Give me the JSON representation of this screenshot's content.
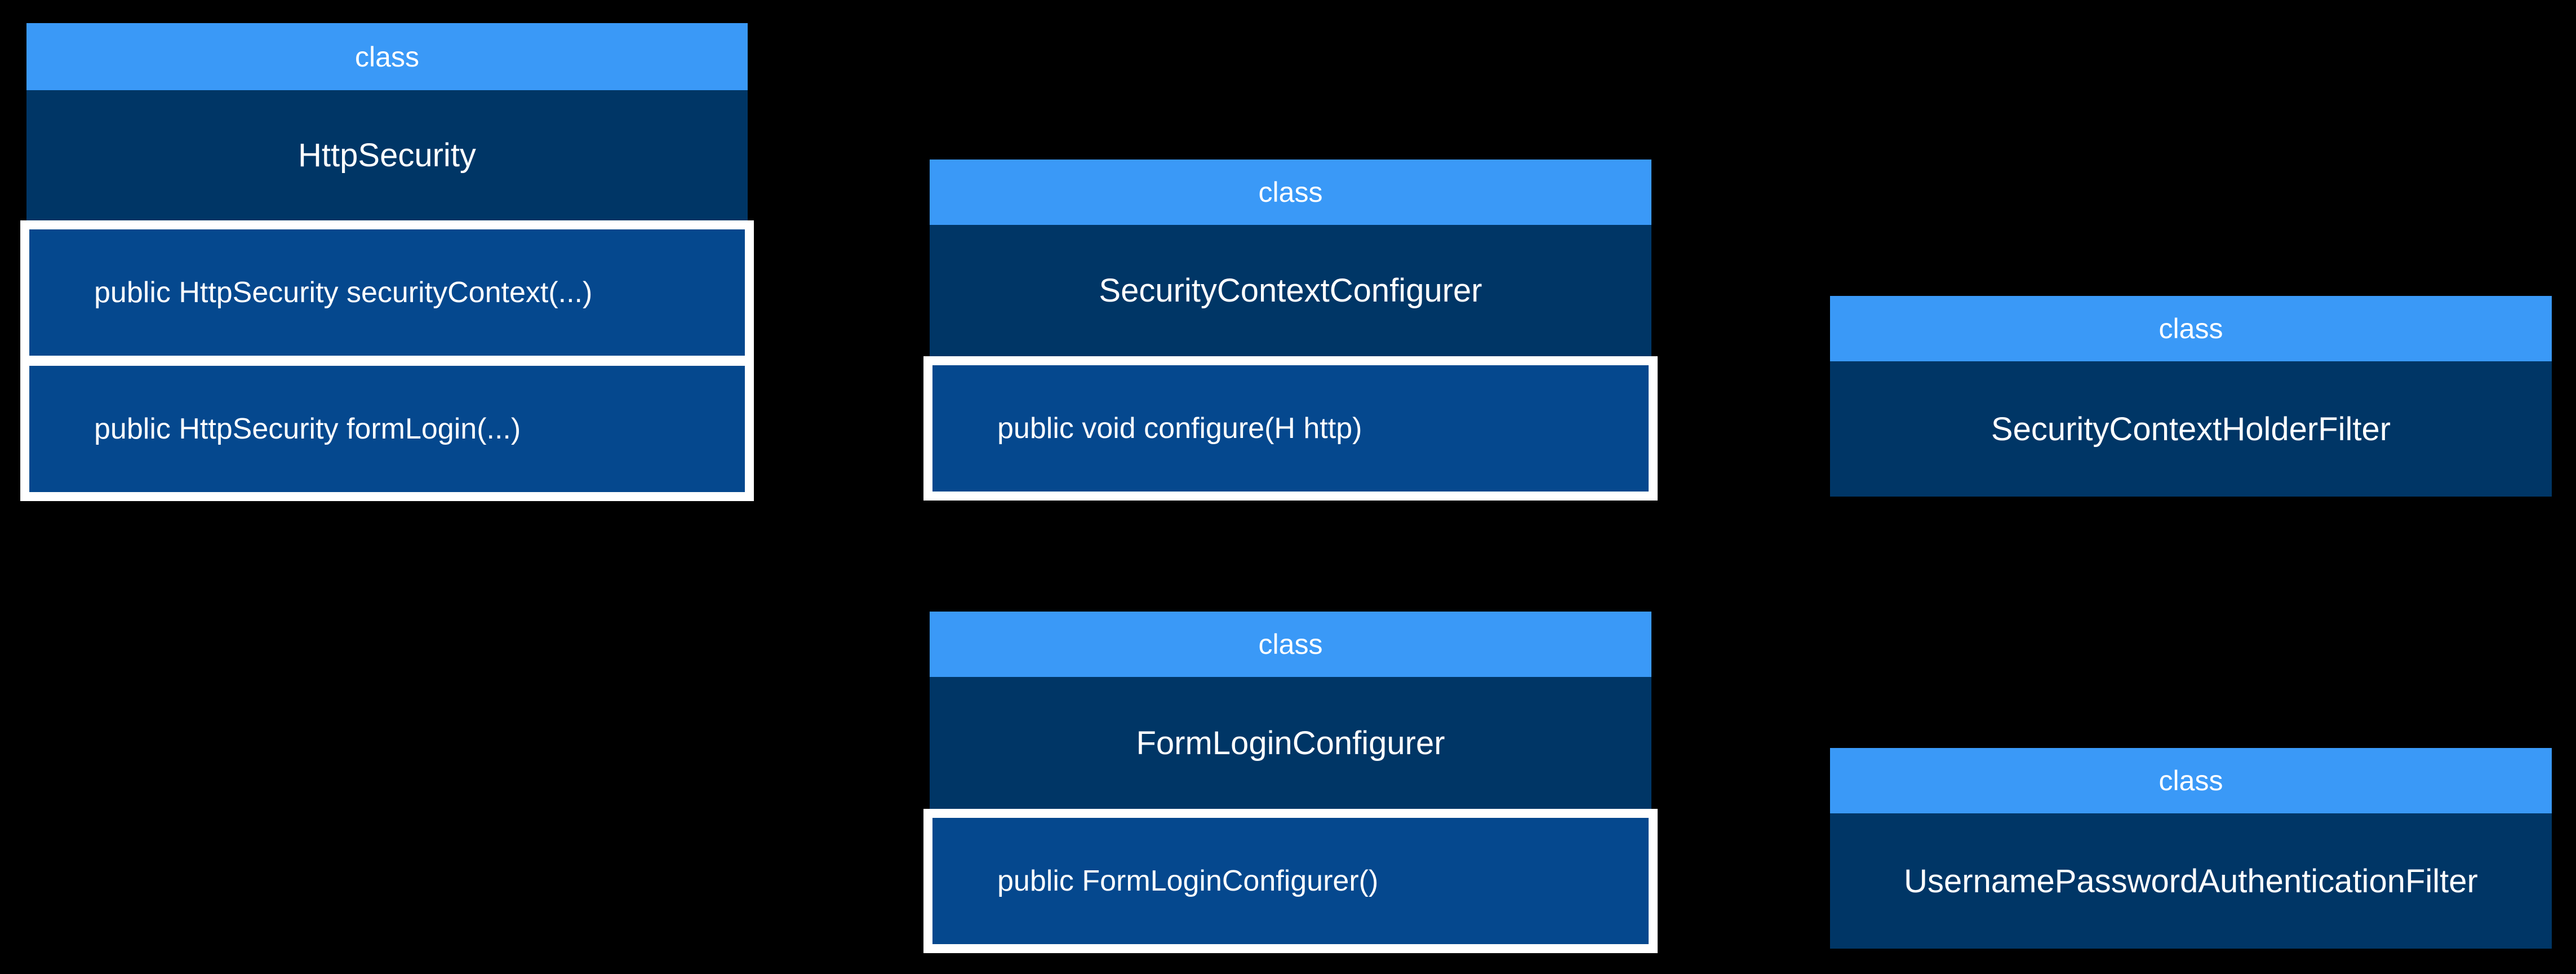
{
  "diagram": {
    "background": "#000000",
    "colors": {
      "stereotype_bg": "#3a99f7",
      "class_name_bg": "#003666",
      "method_bg": "#05488e",
      "group_border": "#ffffff",
      "text": "#ffffff"
    },
    "classes": [
      {
        "stereotype": "class",
        "name": "HttpSecurity",
        "methods": [
          "public HttpSecurity securityContext(...)",
          "public HttpSecurity formLogin(...)"
        ]
      },
      {
        "stereotype": "class",
        "name": "SecurityContextConfigurer",
        "methods": [
          "public void configure(H http)"
        ]
      },
      {
        "stereotype": "class",
        "name": "SecurityContextHolderFilter",
        "methods": []
      },
      {
        "stereotype": "class",
        "name": "FormLoginConfigurer",
        "methods": [
          "public FormLoginConfigurer()"
        ]
      },
      {
        "stereotype": "class",
        "name": "UsernamePasswordAuthenticationFilter",
        "methods": []
      }
    ]
  }
}
